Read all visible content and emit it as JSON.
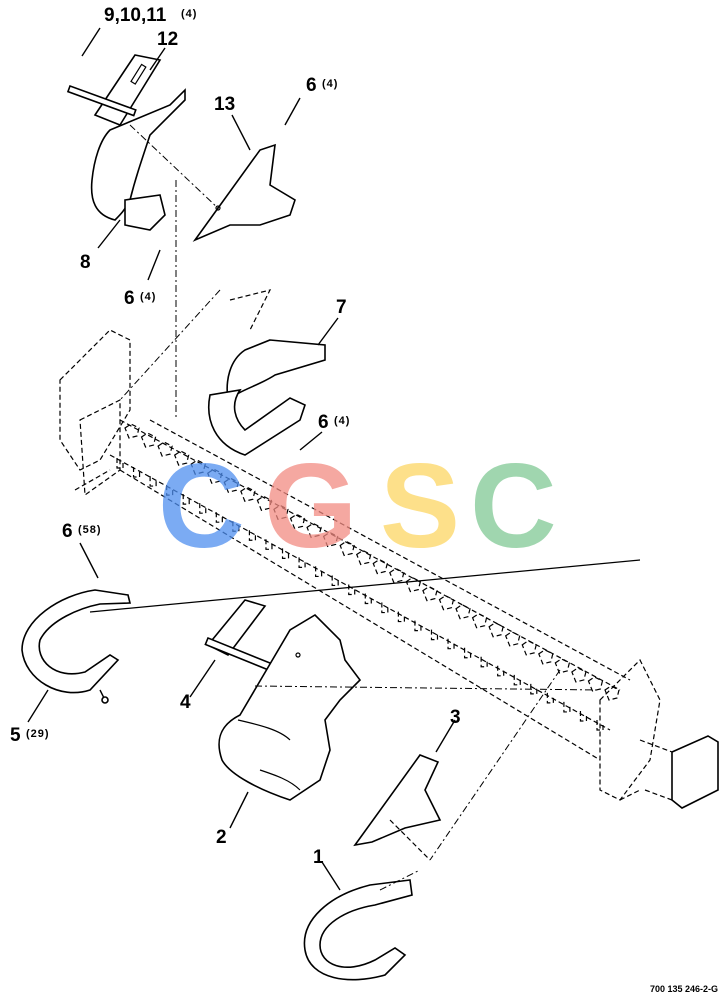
{
  "callouts": {
    "c9_10_11": {
      "num": "9,10,11",
      "qty": "(4)"
    },
    "c12": {
      "num": "12"
    },
    "c13": {
      "num": "13"
    },
    "c6_top": {
      "num": "6",
      "qty": "(4)"
    },
    "c8": {
      "num": "8"
    },
    "c6_left": {
      "num": "6",
      "qty": "(4)"
    },
    "c7": {
      "num": "7"
    },
    "c6_mid": {
      "num": "6",
      "qty": "(4)"
    },
    "c6_58": {
      "num": "6",
      "qty": "(58)"
    },
    "c5": {
      "num": "5",
      "qty": "(29)"
    },
    "c4": {
      "num": "4"
    },
    "c3": {
      "num": "3"
    },
    "c2": {
      "num": "2"
    },
    "c1": {
      "num": "1"
    }
  },
  "watermark": {
    "letters": [
      "C",
      "G",
      "S",
      "C"
    ],
    "colors": [
      "#4f8ff0",
      "#f28b82",
      "#fdd663",
      "#81c995"
    ]
  },
  "drawing_ref": "700 135 246-2-G"
}
